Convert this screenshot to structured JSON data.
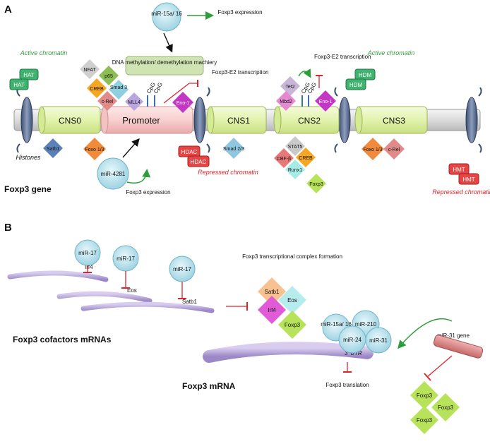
{
  "panel_a": {
    "letter": "A",
    "gene_label": "Foxp3 gene",
    "regions": [
      "CNS0",
      "Promoter",
      "CNS1",
      "CNS2",
      "CNS3"
    ],
    "chromatin": {
      "active": "Active chromatin",
      "repressed": "Repressed chromatin",
      "histones": "Histones"
    },
    "mirna_15a": "miR-15a/ 16",
    "mirna_4281": "miR-4281",
    "foxp3_expression": "Foxp3 expression",
    "dna_methylation": "DNA methylation/ demethylation machiery",
    "foxp3_e2": "Foxp3-E2 transcription",
    "cpg": "CpG",
    "factors": {
      "hat1": "HAT",
      "hat2": "HAT",
      "satb1": "Satb1",
      "nfat": "NFAT",
      "p65": "p65",
      "creb": "CREB",
      "smad3": "Smad 3",
      "crel": "c-Rel",
      "mll4": "MLL4",
      "foxo13": "Foxo 1/3",
      "eno1": "Eno-1",
      "hdac1": "HDAC",
      "hdac2": "HDAC",
      "smad23": "Smad 2/3",
      "tet2": "Tet2",
      "mbd2": "Mbd2",
      "eno1b": "Eno-1",
      "stat5": "STAT5",
      "cbfb": "CBF-β",
      "creb2": "CREB",
      "runx1": "Runx1",
      "foxp3": "Foxp3",
      "hdm1": "HDM",
      "hdm2": "HDM",
      "foxo13b": "Foxo 1/3",
      "crel2": "c-Rel",
      "hmt1": "HMT",
      "hmt2": "HMT"
    }
  },
  "panel_b": {
    "letter": "B",
    "mir17": "miR-17",
    "mrnas": [
      "Irf4",
      "Eos",
      "Satb1"
    ],
    "cofactors_label": "Foxp3 cofactors mRNAs",
    "complex_title": "Foxp3 transcriptional complex formation",
    "complex": [
      "Satb1",
      "Eos",
      "Irf4",
      "Foxp3"
    ],
    "mrna_label": "Foxp3 mRNA",
    "utr": "3' UTR",
    "mirnas": [
      "miR-15a/ 16",
      "miR-210",
      "miR-24",
      "miR-31"
    ],
    "translation": "Foxp3 translation",
    "mir31_gene": "miR-31 gene",
    "foxp3_stack": [
      "Foxp3",
      "Foxp3",
      "Foxp3"
    ]
  },
  "colors": {
    "cns_fill": "#e6f5b8",
    "promoter_fill": "#fad4d4",
    "mirna_fill": "#bfe6ef",
    "active_green": "#2f9e3a",
    "repressed_red": "#d9262b",
    "mrna_purple": "#b6a5d6",
    "histone_blue": "#5f7396"
  }
}
